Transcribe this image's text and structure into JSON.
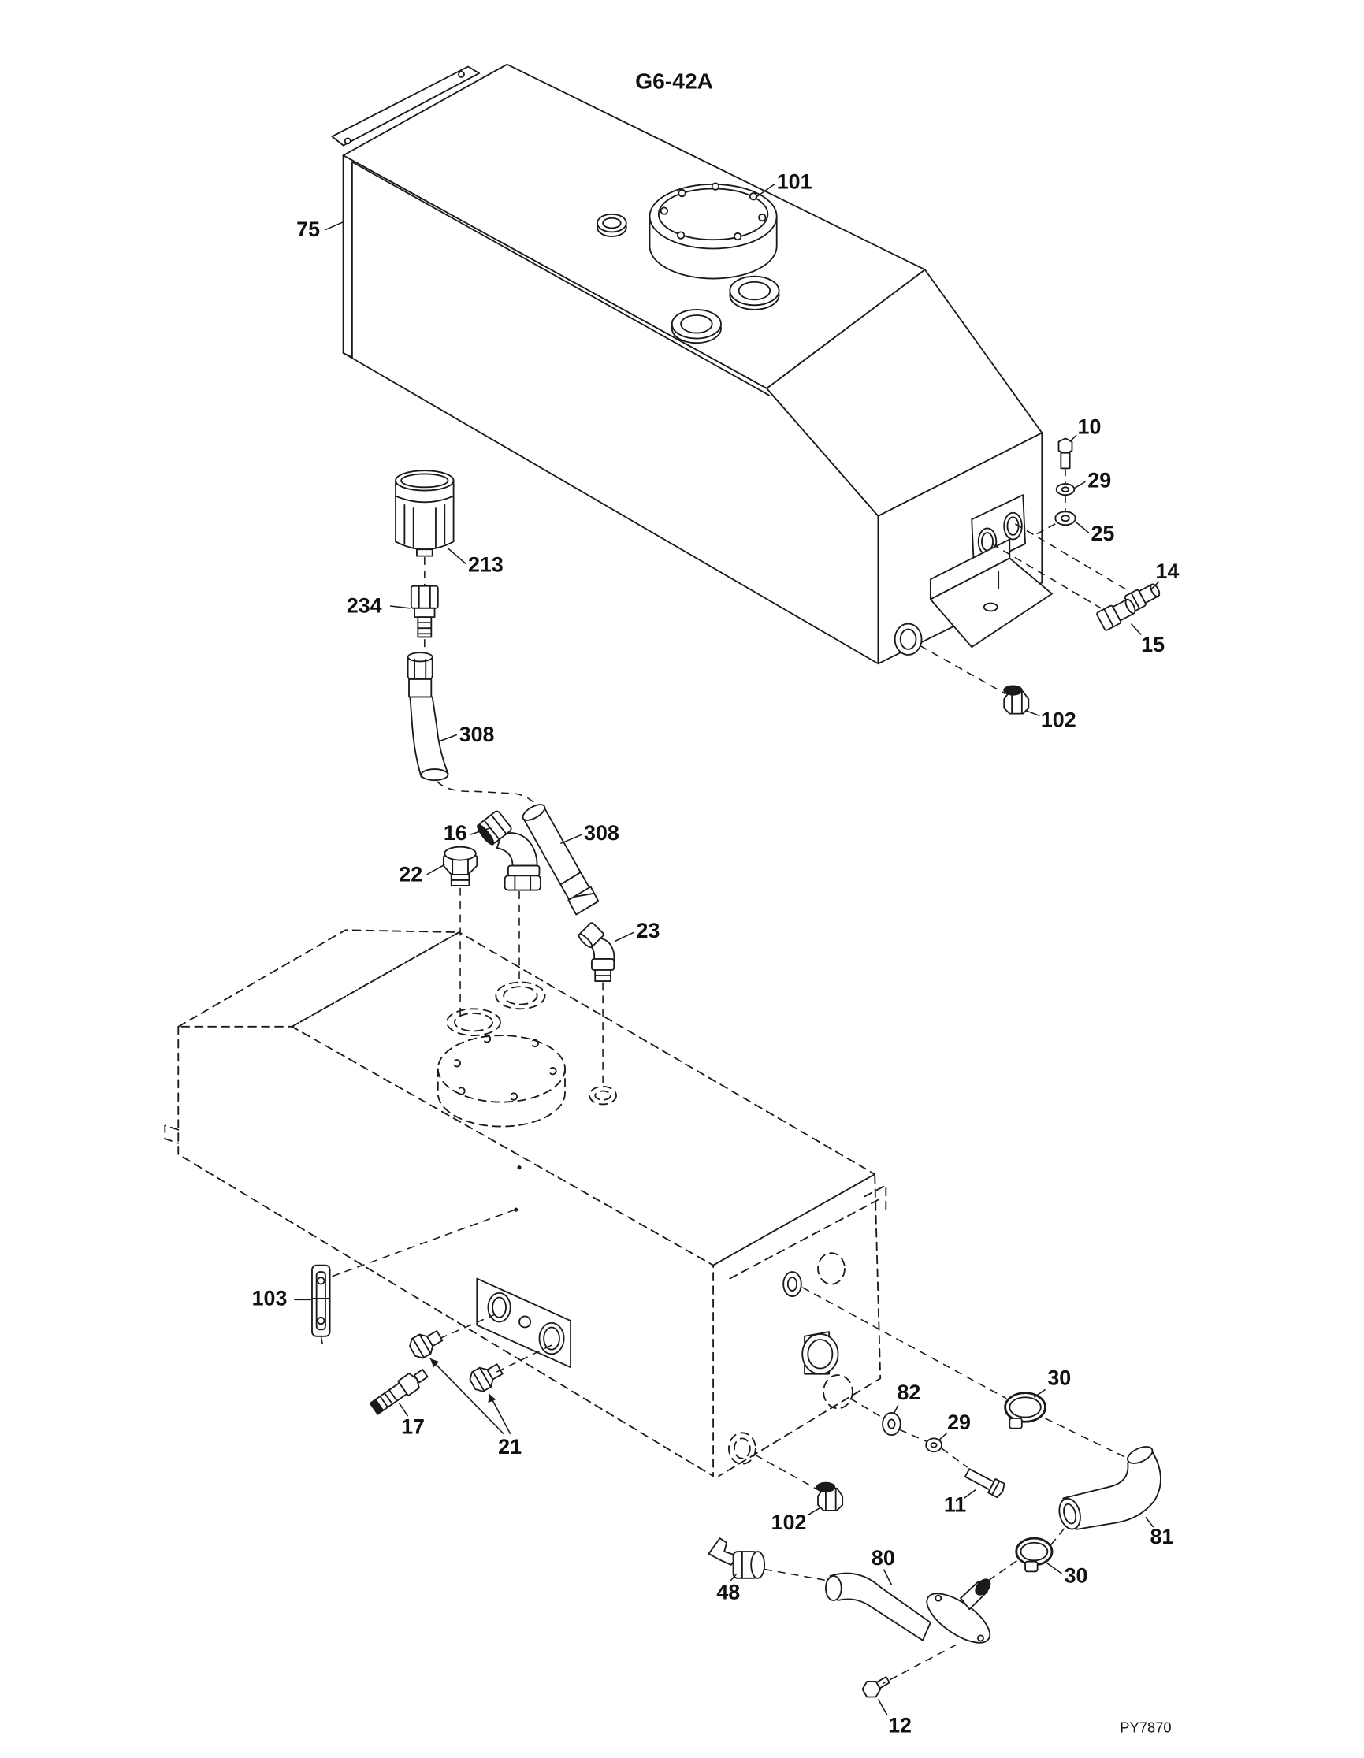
{
  "drawing": {
    "title": "G6-42A",
    "drawing_number": "PY7870"
  },
  "callouts": [
    "101",
    "75",
    "10",
    "29",
    "25",
    "14",
    "15",
    "102",
    "213",
    "234",
    "308",
    "16",
    "308",
    "22",
    "23",
    "103",
    "17",
    "21",
    "82",
    "29",
    "30",
    "11",
    "102",
    "81",
    "30",
    "80",
    "48",
    "12"
  ],
  "colors": {
    "line": "#1a1a1a",
    "background": "#ffffff"
  }
}
